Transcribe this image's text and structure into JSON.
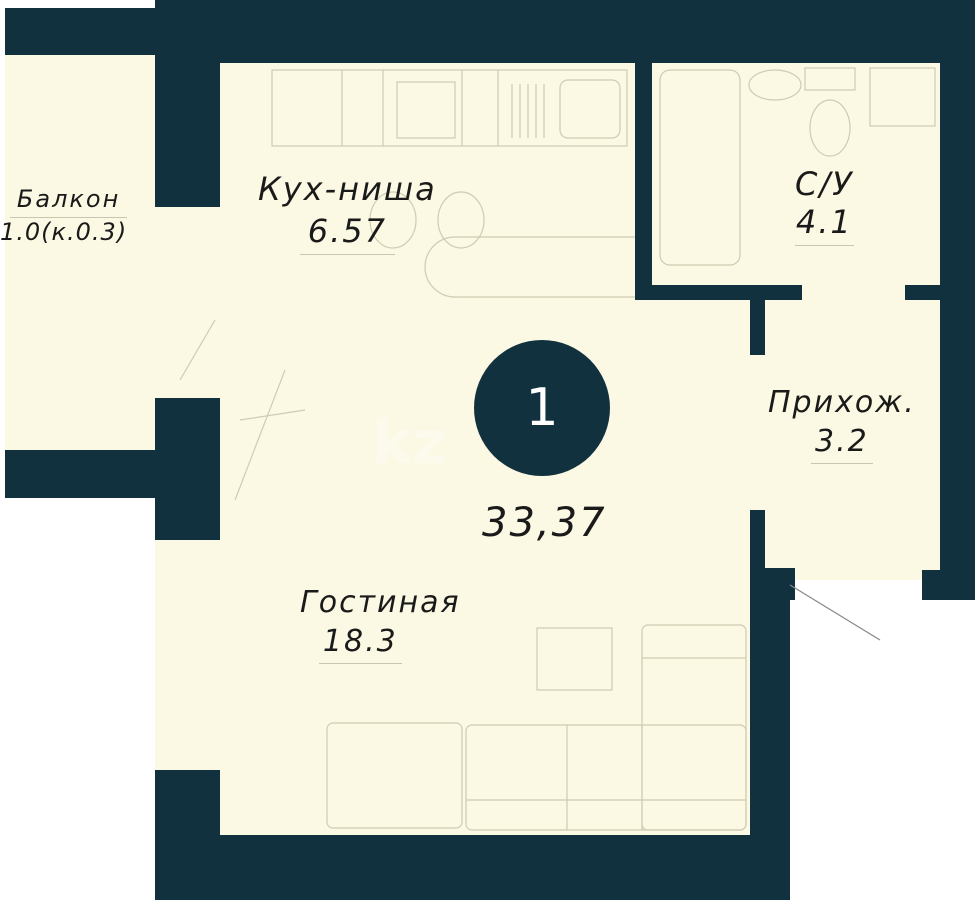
{
  "colors": {
    "wall": "#12313f",
    "floor": "#fbf8e3",
    "furniture_line": "#cfcbb2",
    "background": "#ffffff"
  },
  "apartment": {
    "rooms_count": "1",
    "total_area": "33,37"
  },
  "rooms": [
    {
      "name": "Балкон",
      "area": "1.0(к.0.3)"
    },
    {
      "name": "Кух-ниша",
      "area": "6.57"
    },
    {
      "name": "С/У",
      "area": "4.1"
    },
    {
      "name": "Прихож.",
      "area": "3.2"
    },
    {
      "name": "Гостиная",
      "area": "18.3"
    }
  ],
  "watermark": "kz"
}
